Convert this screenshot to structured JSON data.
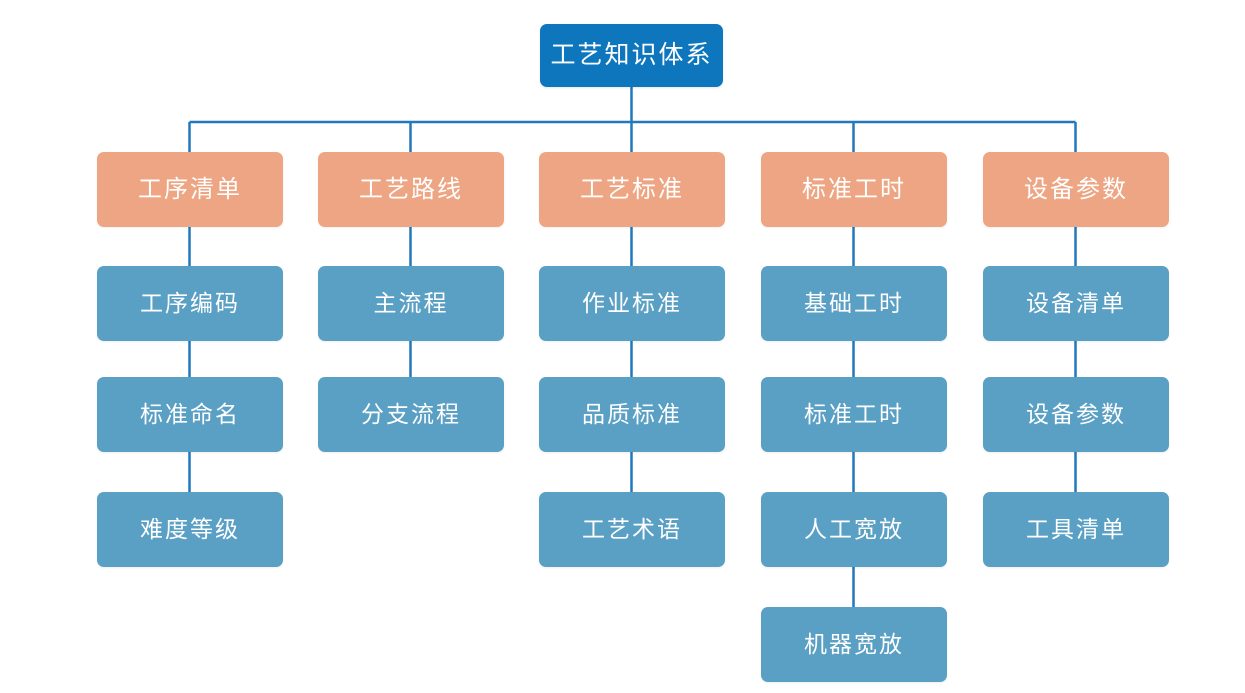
{
  "diagram": {
    "title": "工艺知识体系",
    "type": "tree-hierarchy",
    "colors": {
      "root": "#0d76bd",
      "primary": "#eda583",
      "leaf": "#5a9fc4",
      "connector": "#2079bd",
      "background": "#ffffff",
      "text": "#ffffff"
    },
    "root": {
      "label": "工艺知识体系"
    },
    "branches": [
      {
        "label": "工序清单",
        "children": [
          {
            "label": "工序编码"
          },
          {
            "label": "标准命名"
          },
          {
            "label": "难度等级"
          }
        ]
      },
      {
        "label": "工艺路线",
        "children": [
          {
            "label": "主流程"
          },
          {
            "label": "分支流程"
          }
        ]
      },
      {
        "label": "工艺标准",
        "children": [
          {
            "label": "作业标准"
          },
          {
            "label": "品质标准"
          },
          {
            "label": "工艺术语"
          }
        ]
      },
      {
        "label": "标准工时",
        "children": [
          {
            "label": "基础工时"
          },
          {
            "label": "标准工时"
          },
          {
            "label": "人工宽放"
          },
          {
            "label": "机器宽放"
          }
        ]
      },
      {
        "label": "设备参数",
        "children": [
          {
            "label": "设备清单"
          },
          {
            "label": "设备参数"
          },
          {
            "label": "工具清单"
          }
        ]
      }
    ]
  }
}
